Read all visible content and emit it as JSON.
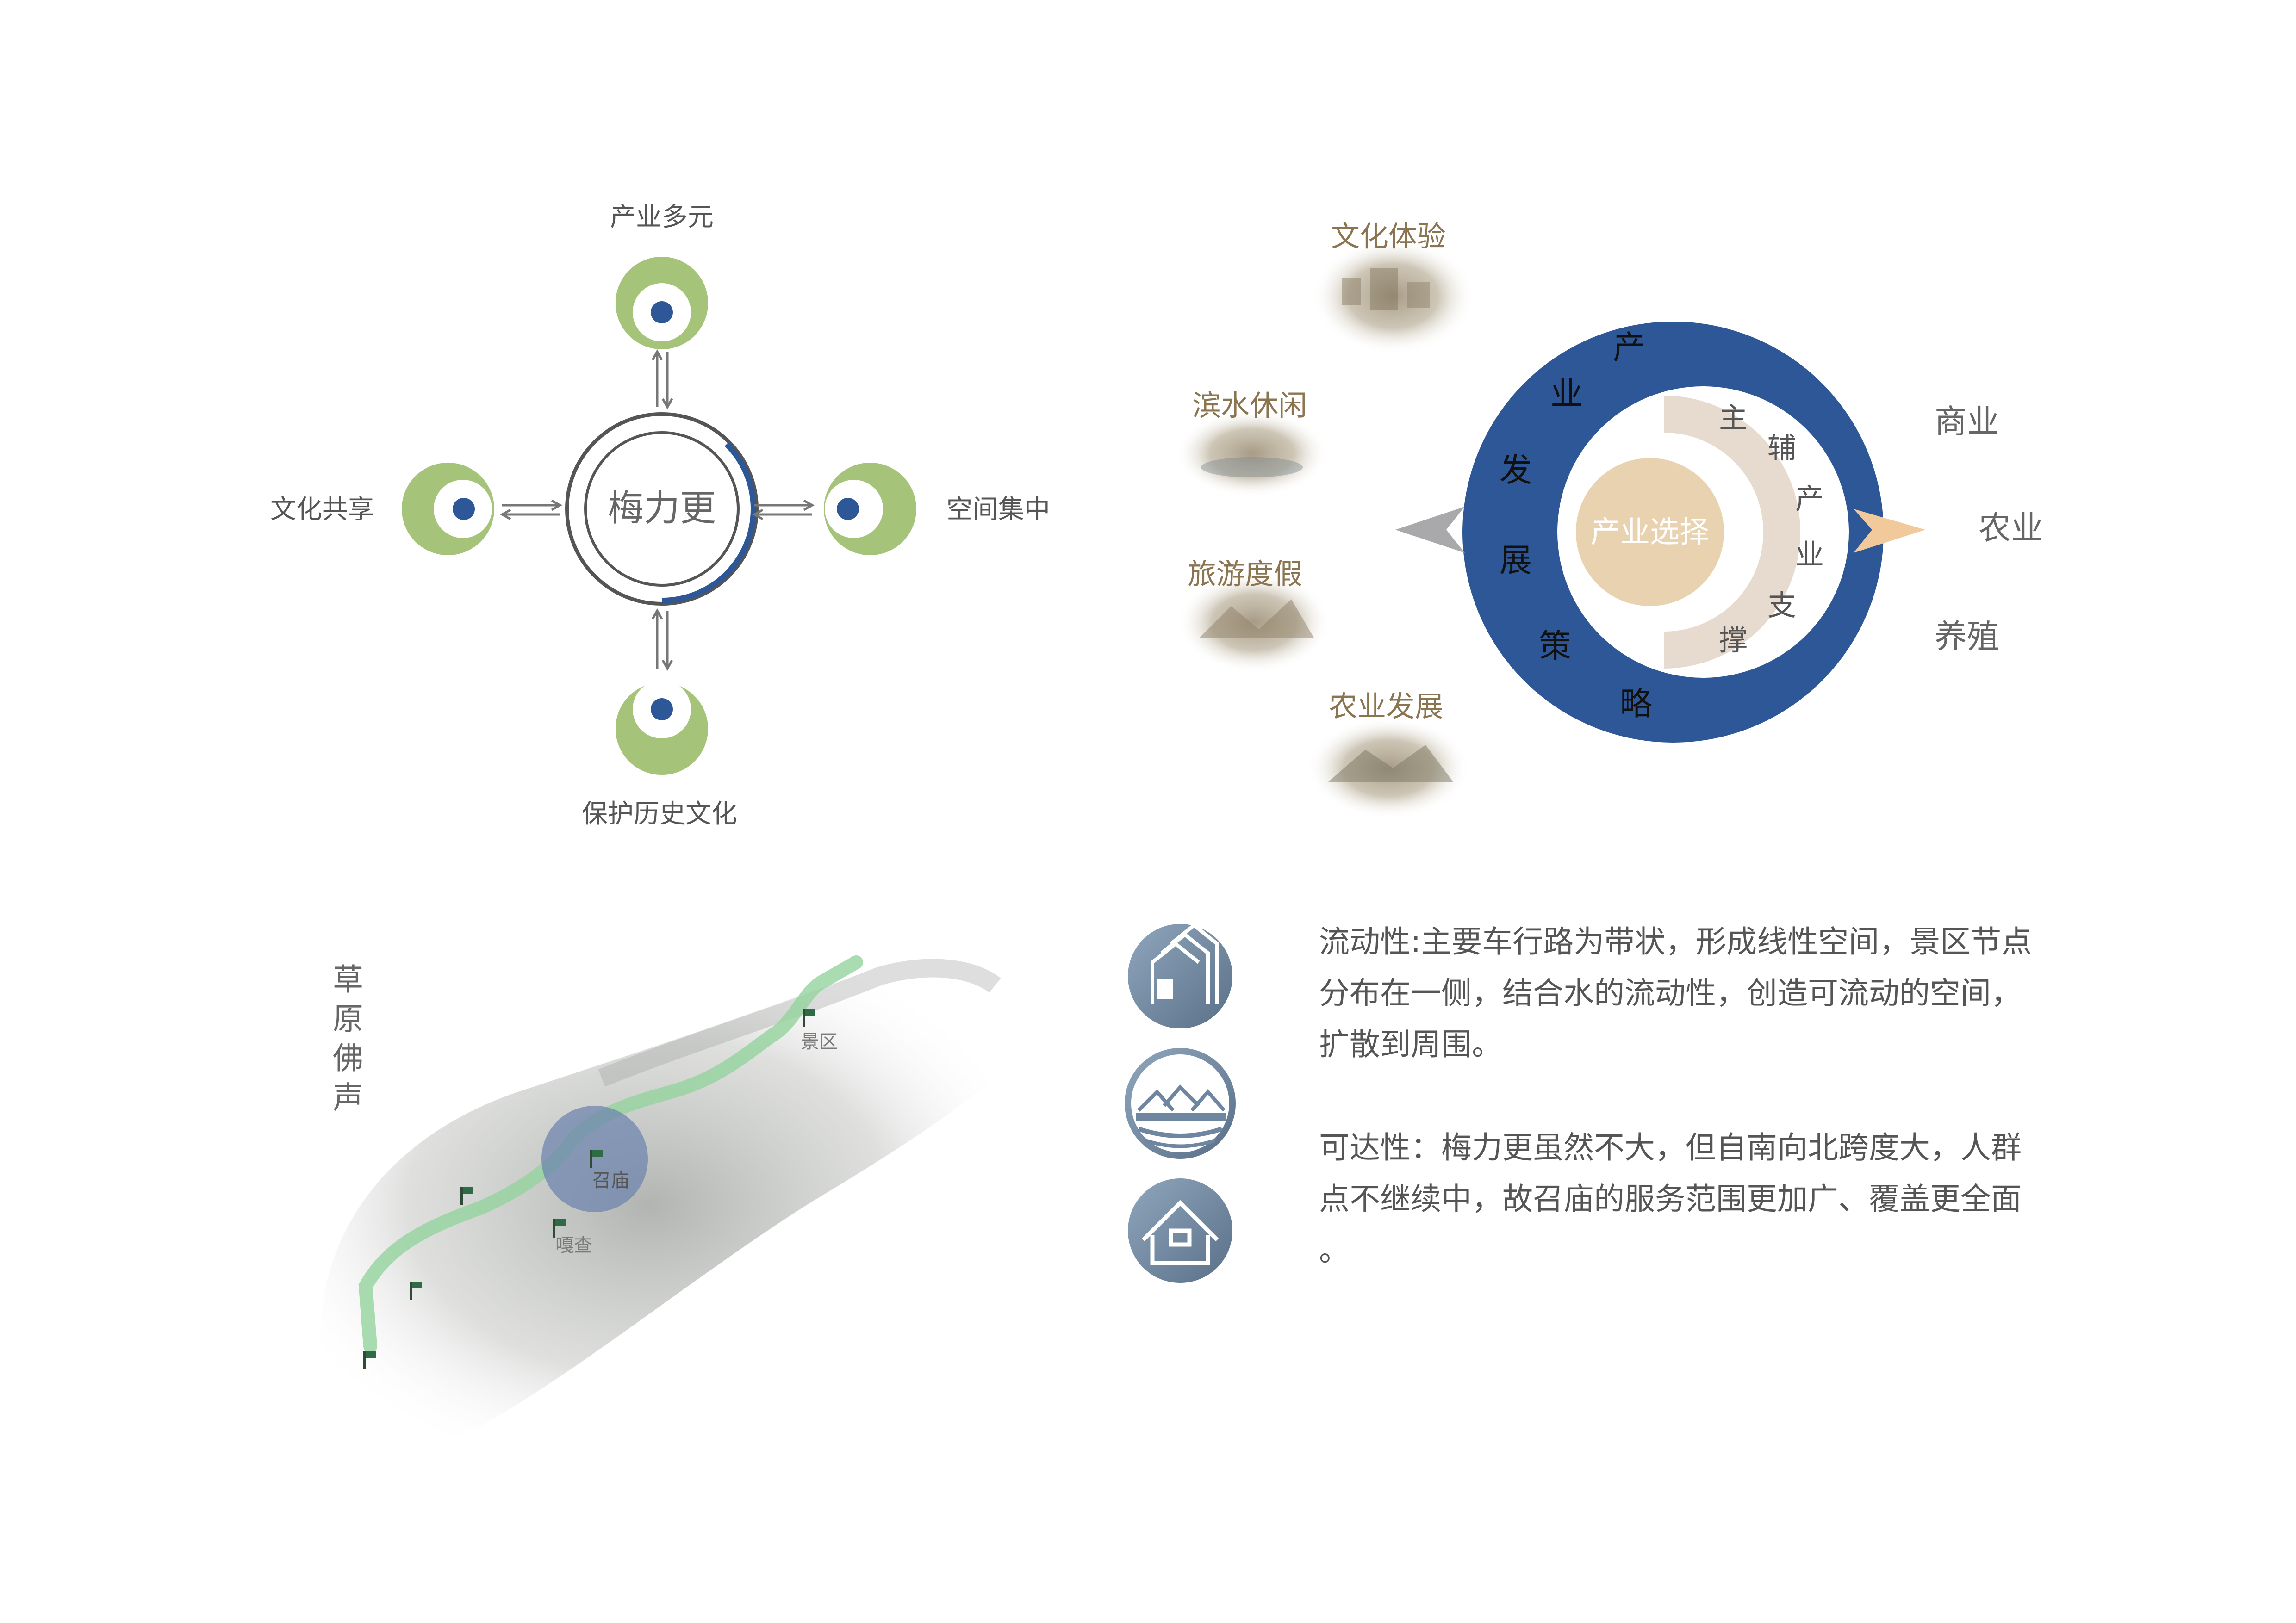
{
  "top_left_diagram": {
    "center": "梅力更",
    "nodes": {
      "top": "产业多元",
      "right": "空间集中",
      "bottom": "保护历史文化",
      "left": "文化共享"
    }
  },
  "top_right_diagram": {
    "outer_ring_chars": [
      "产",
      "业",
      "发",
      "展",
      "策",
      "略"
    ],
    "inner_ring_chars": [
      "主",
      "辅",
      "产",
      "业",
      "支",
      "撑"
    ],
    "center": "产业选择",
    "left_items": [
      "文化体验",
      "滨水休闲",
      "旅游度假",
      "农业发展"
    ],
    "right_items": [
      "商业",
      "农业",
      "养殖"
    ]
  },
  "map": {
    "title_chars": [
      "草",
      "原",
      "佛",
      "声"
    ],
    "labels": {
      "scenic": "景区",
      "temple": "召庙",
      "gacha": "嘎查"
    }
  },
  "text_blocks": {
    "flow_lines": [
      "流动性:主要车行路为带状，形成线性空间，景区节点",
      "分布在一侧，结合水的流动性，创造可流动的空间，",
      "扩散到周围。"
    ],
    "access_lines": [
      "可达性：梅力更虽然不大，但自南向北跨度大，人群",
      "点不继续中，故召庙的服务范围更加广、覆盖更全面",
      "。"
    ]
  },
  "colors": {
    "blue": "#2e5797",
    "green": "#a5c47a",
    "beige": "#e9d2b0",
    "text_gray": "#555555",
    "gold_text": "#8a7550",
    "icon_blue": "#6e86a0"
  }
}
